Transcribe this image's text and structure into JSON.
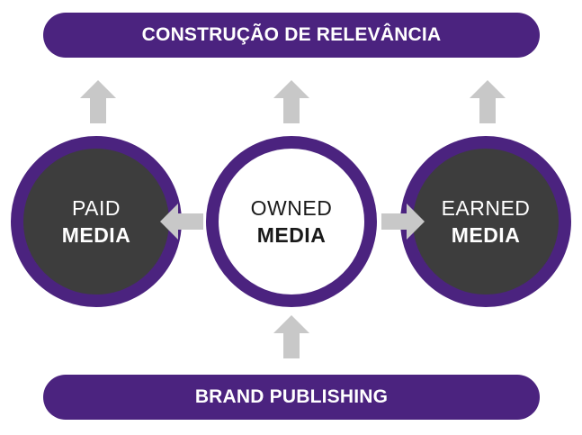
{
  "top_banner": {
    "label": "CONSTRUÇÃO DE RELEVÂNCIA"
  },
  "bottom_banner": {
    "label": "BRAND PUBLISHING"
  },
  "circles": {
    "paid": {
      "line1": "PAID",
      "line2": "MEDIA"
    },
    "owned": {
      "line1": "OWNED",
      "line2": "MEDIA"
    },
    "earned": {
      "line1": "EARNED",
      "line2": "MEDIA"
    }
  },
  "colors": {
    "accent_purple": "#4b237f",
    "circle_dark": "#3d3d3d",
    "arrow_gray": "#c8c8c8",
    "text_light": "#ffffff",
    "text_dark": "#1a1a1a"
  }
}
